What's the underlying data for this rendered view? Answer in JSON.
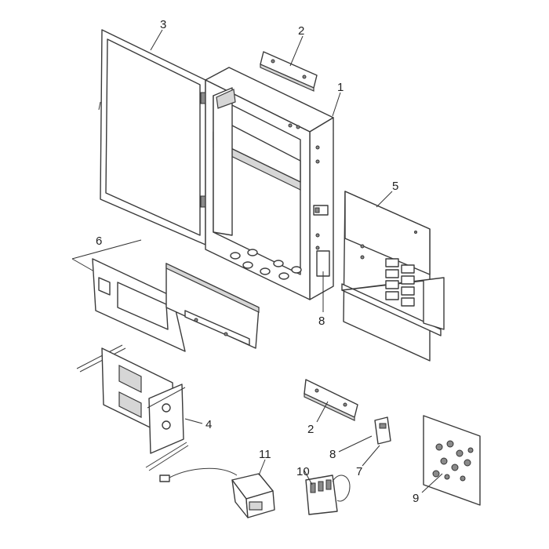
{
  "callouts": {
    "c1": "1",
    "c2a": "2",
    "c2b": "2",
    "c3": "3",
    "c4": "4",
    "c5": "5",
    "c6": "6",
    "c7": "7",
    "c8a": "8",
    "c8b": "8",
    "c9": "9",
    "c10": "10",
    "c11": "11"
  }
}
